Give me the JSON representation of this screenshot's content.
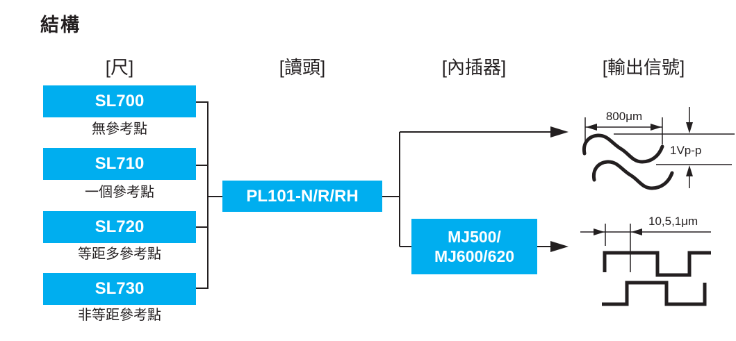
{
  "title": "結構",
  "columns": [
    {
      "label": "[尺]"
    },
    {
      "label": "[讀頭]"
    },
    {
      "label": "[內插器]"
    },
    {
      "label": "[輸出信號]"
    }
  ],
  "scales": [
    {
      "model": "SL700",
      "description": "無參考點"
    },
    {
      "model": "SL710",
      "description": "一個參考點"
    },
    {
      "model": "SL720",
      "description": "等距多參考點"
    },
    {
      "model": "SL730",
      "description": "非等距參考點"
    }
  ],
  "read_head": {
    "model": "PL101-N/R/RH"
  },
  "interpolator": {
    "model_line1": "MJ500/",
    "model_line2": "MJ600/620"
  },
  "output_signals": {
    "analog": {
      "type": "sine",
      "period_label": "800μm",
      "amplitude_label": "1Vp-p"
    },
    "digital": {
      "type": "square",
      "resolution_label": "10,5,1μm"
    }
  },
  "colors": {
    "accent_cyan": "#00aeef",
    "line_black": "#231f20"
  }
}
